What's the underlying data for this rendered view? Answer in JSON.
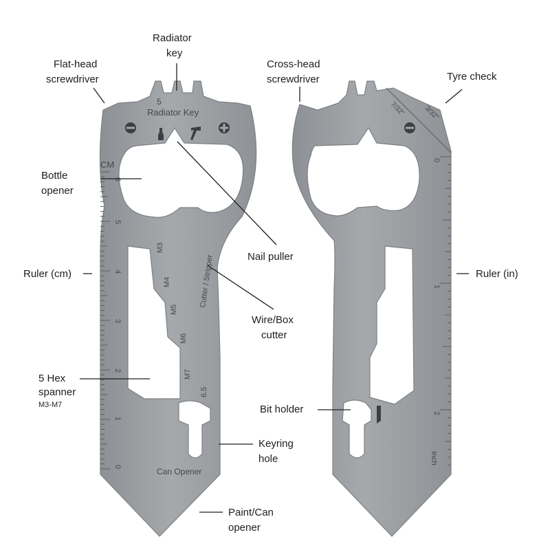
{
  "callouts": {
    "radiator_key_line1": "Radiator",
    "radiator_key_line2": "key",
    "flat_head_line1": "Flat-head",
    "flat_head_line2": "screwdriver",
    "bottle_opener_line1": "Bottle",
    "bottle_opener_line2": "opener",
    "ruler_cm": "Ruler (cm)",
    "hex_spanner_line1": "5 Hex",
    "hex_spanner_line2": "spanner",
    "hex_spanner_sizes": "M3-M7",
    "nail_puller": "Nail puller",
    "wire_box_line1": "Wire/Box",
    "wire_box_line2": "cutter",
    "keyring_line1": "Keyring",
    "keyring_line2": "hole",
    "paint_can_line1": "Paint/Can",
    "paint_can_line2": "opener",
    "cross_head_line1": "Cross-head",
    "cross_head_line2": "screwdriver",
    "tyre_check": "Tyre check",
    "ruler_in": "Ruler (in)",
    "bit_holder": "Bit holder"
  },
  "engraving": {
    "radiator_size": "5",
    "radiator_key": "Radiator Key",
    "cm_unit": "CM",
    "cm_numbers": [
      "6",
      "5",
      "4",
      "3",
      "2",
      "1",
      "0"
    ],
    "hex_sizes": [
      "M3",
      "M4",
      "M5",
      "M6",
      "M7"
    ],
    "hex_extra": "6.5",
    "cutter_stripper": "Cutter / Stripper",
    "can_opener": "Can Opener",
    "inch_numbers": [
      "0",
      "1",
      "2"
    ],
    "inch_unit": "Inch",
    "tyre_7_32": "7/32\"",
    "tyre_3_32": "3/32\""
  },
  "colors": {
    "metal": "#9ea1a4",
    "metal_edge": "#7c7f83",
    "engrave": "#45484b",
    "text": "#1e1e1e"
  }
}
